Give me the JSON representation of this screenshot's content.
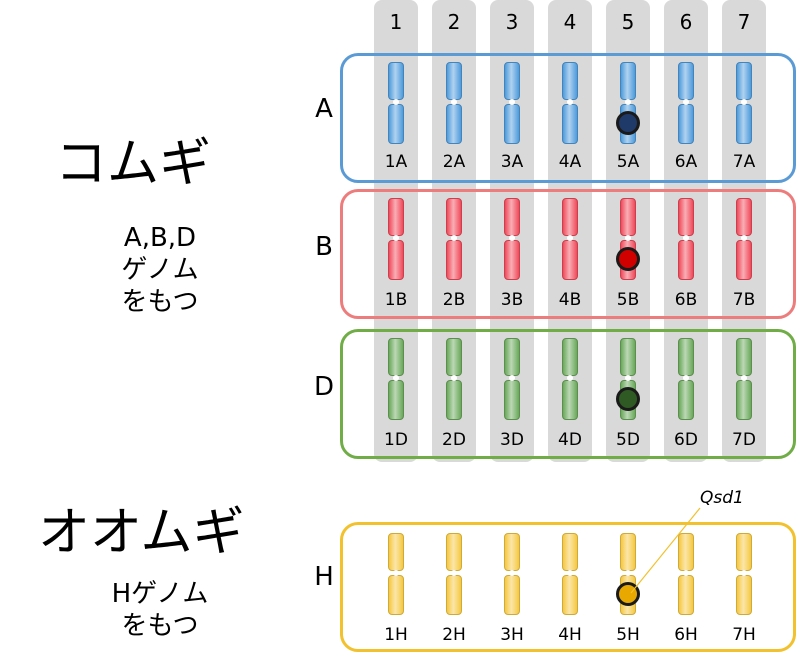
{
  "species": [
    {
      "name": "コムギ",
      "desc": [
        "A,B,D",
        "ゲノム",
        "をもつ"
      ]
    },
    {
      "name": "オオムギ",
      "desc": [
        "Hゲノム",
        "をもつ"
      ]
    }
  ],
  "chromosome_numbers": [
    "1",
    "2",
    "3",
    "4",
    "5",
    "6",
    "7"
  ],
  "genomes": [
    {
      "label": "A",
      "chromosomes": [
        "1A",
        "2A",
        "3A",
        "4A",
        "5A",
        "6A",
        "7A"
      ],
      "color": "#4f9bdc",
      "box_color": "#5b9bd5"
    },
    {
      "label": "B",
      "chromosomes": [
        "1B",
        "2B",
        "3B",
        "4B",
        "5B",
        "6B",
        "7B"
      ],
      "color": "#f04a5a",
      "box_color": "#ed7d7d"
    },
    {
      "label": "D",
      "chromosomes": [
        "1D",
        "2D",
        "3D",
        "4D",
        "5D",
        "6D",
        "7D"
      ],
      "color": "#6aa85a",
      "box_color": "#70ad47"
    },
    {
      "label": "H",
      "chromosomes": [
        "1H",
        "2H",
        "3H",
        "4H",
        "5H",
        "6H",
        "7H"
      ],
      "color": "#f5c842",
      "box_color": "#f2c12e"
    }
  ],
  "markers": {
    "chromosome": "5",
    "colors": [
      "#1f3a68",
      "#d00000",
      "#2f5a24",
      "#e8a800"
    ],
    "gene_label": "Qsd1"
  }
}
